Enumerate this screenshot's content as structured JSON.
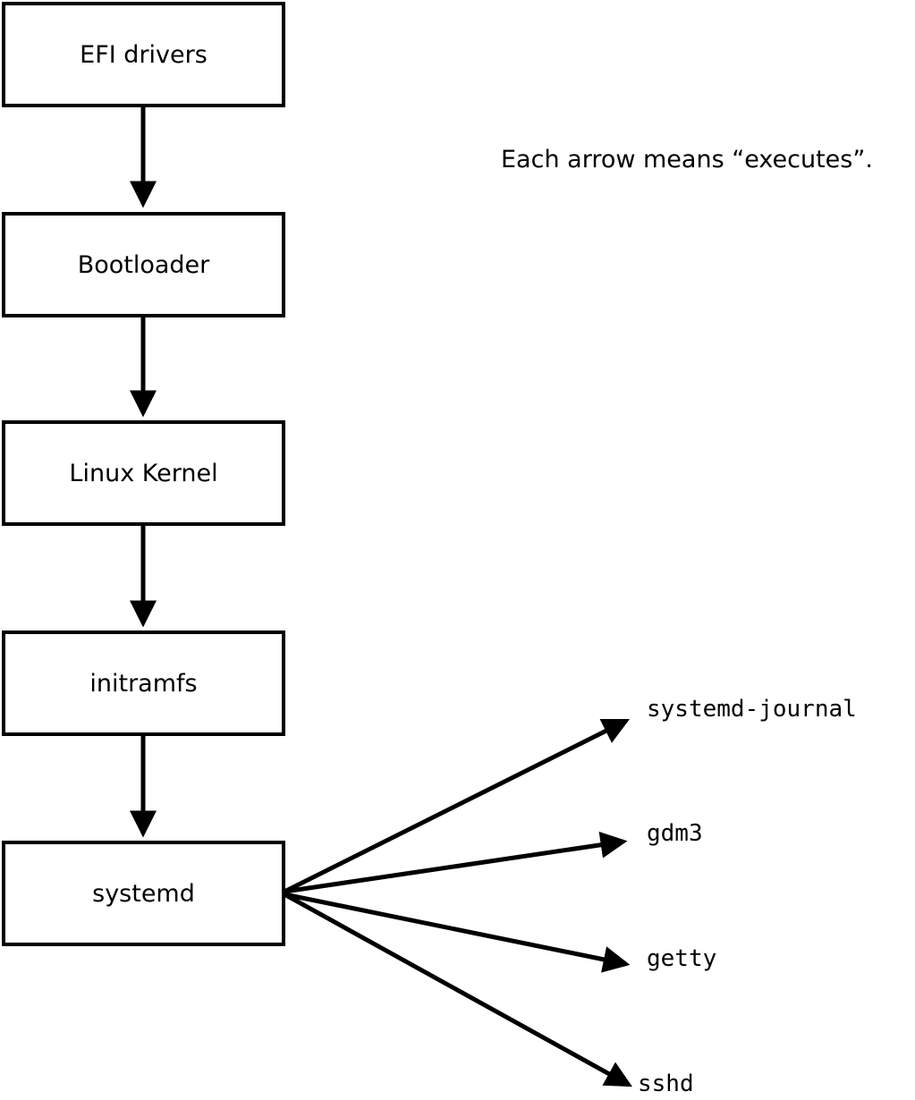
{
  "diagram": {
    "annotation": "Each arrow means “executes”.",
    "arrow_meaning": "executes",
    "nodes": [
      {
        "label": "EFI drivers"
      },
      {
        "label": "Bootloader"
      },
      {
        "label": "Linux Kernel"
      },
      {
        "label": "initramfs"
      },
      {
        "label": "systemd"
      }
    ],
    "targets": [
      {
        "label": "systemd-journal"
      },
      {
        "label": "gdm3"
      },
      {
        "label": "getty"
      },
      {
        "label": "sshd"
      }
    ],
    "edges": [
      {
        "from": "EFI drivers",
        "to": "Bootloader"
      },
      {
        "from": "Bootloader",
        "to": "Linux Kernel"
      },
      {
        "from": "Linux Kernel",
        "to": "initramfs"
      },
      {
        "from": "initramfs",
        "to": "systemd"
      },
      {
        "from": "systemd",
        "to": "systemd-journal"
      },
      {
        "from": "systemd",
        "to": "gdm3"
      },
      {
        "from": "systemd",
        "to": "getty"
      },
      {
        "from": "systemd",
        "to": "sshd"
      }
    ]
  }
}
